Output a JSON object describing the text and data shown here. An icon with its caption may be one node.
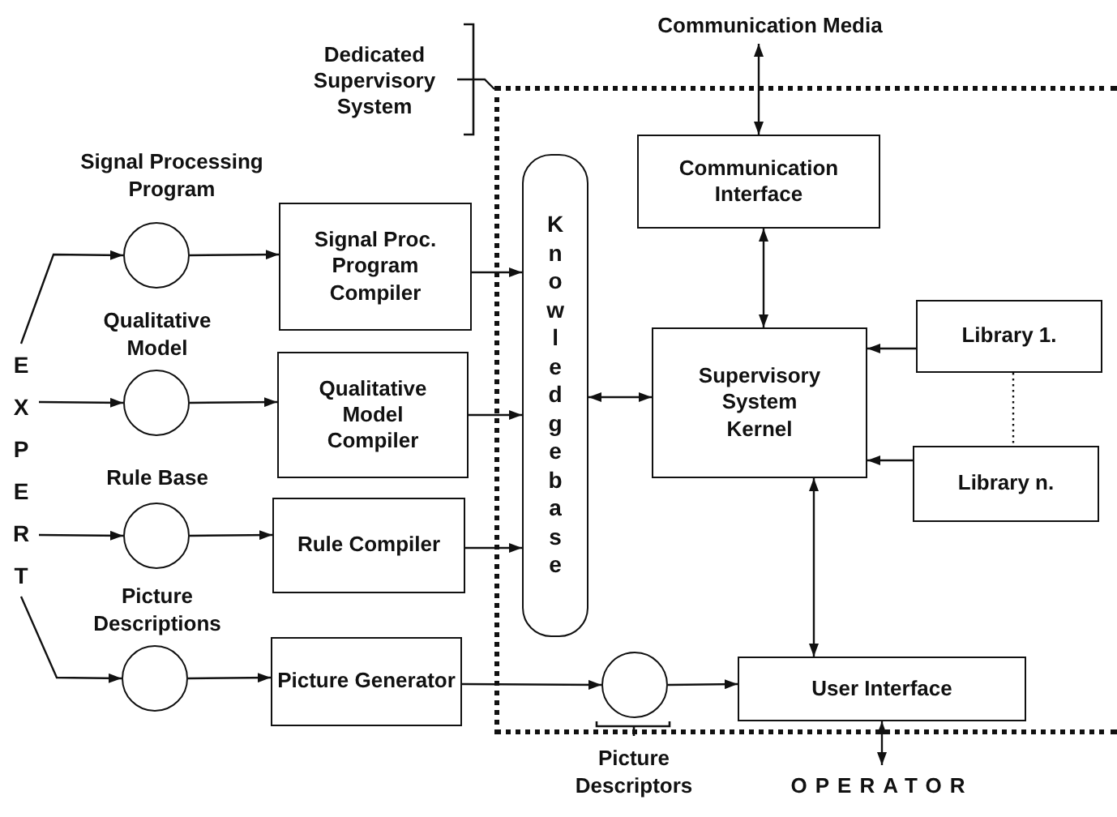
{
  "diagram": {
    "nodes": [
      {
        "text": [
          "EXPERT"
        ]
      },
      {
        "text": [],
        "shape": "circle",
        "beside": [
          "Signal Processing Program"
        ]
      },
      {
        "text": [],
        "shape": "circle",
        "beside": [
          "Qualitative Model"
        ]
      },
      {
        "text": [],
        "shape": "circle",
        "beside": [
          "Rule Base"
        ]
      },
      {
        "text": [],
        "shape": "circle",
        "beside": [
          "Picture Descriptions"
        ]
      },
      {
        "text": [
          "Signal Proc. Program Compiler"
        ]
      },
      {
        "text": [
          "Qualitative Model Compiler"
        ]
      },
      {
        "text": [
          "Rule Compiler"
        ]
      },
      {
        "text": [
          "Picture Generator"
        ]
      },
      {
        "text": [
          "Dedicated Supervisory System"
        ]
      },
      {
        "text": [],
        "shape": "box"
      },
      {
        "text": [
          "Knowledge base"
        ],
        "in": 10
      },
      {
        "text": [
          "Communication Interface"
        ],
        "in": 10
      },
      {
        "text": [
          "Supervisory System Kernel"
        ],
        "in": 10
      },
      {
        "text": [
          "Library 1."
        ],
        "in": 10
      },
      {
        "text": [
          "Library n."
        ],
        "in": 10
      },
      {
        "text": [],
        "shape": "circle",
        "beside": [
          "Picture Descriptors"
        ],
        "in": 10
      },
      {
        "text": [
          "User Interface"
        ],
        "in": 10
      },
      {
        "text": [
          "Communication Media"
        ]
      },
      {
        "text": [
          "OPERATOR"
        ]
      }
    ],
    "edges": [
      {
        "from": 0,
        "to": 1,
        "arrow": "to"
      },
      {
        "from": 0,
        "to": 2,
        "arrow": "to"
      },
      {
        "from": 0,
        "to": 3,
        "arrow": "to"
      },
      {
        "from": 0,
        "to": 4,
        "arrow": "to"
      },
      {
        "from": 1,
        "to": 5,
        "arrow": "to"
      },
      {
        "from": 2,
        "to": 6,
        "arrow": "to"
      },
      {
        "from": 3,
        "to": 7,
        "arrow": "to"
      },
      {
        "from": 4,
        "to": 8,
        "arrow": "to"
      },
      {
        "from": 5,
        "to": 11,
        "arrow": "to"
      },
      {
        "from": 6,
        "to": 11,
        "arrow": "to"
      },
      {
        "from": 7,
        "to": 11,
        "arrow": "to"
      },
      {
        "from": 8,
        "to": 16,
        "arrow": "to"
      },
      {
        "from": 16,
        "to": 17,
        "arrow": "to"
      },
      {
        "from": 11,
        "to": 13,
        "arrow": "both"
      },
      {
        "from": 12,
        "to": 13,
        "arrow": "both"
      },
      {
        "from": 18,
        "to": 12,
        "arrow": "both"
      },
      {
        "from": 14,
        "to": 13,
        "arrow": "to"
      },
      {
        "from": 15,
        "to": 13,
        "arrow": "to"
      },
      {
        "from": 14,
        "to": 15,
        "arrow": "none",
        "style": "dashed"
      },
      {
        "from": 13,
        "to": 17,
        "arrow": "both"
      },
      {
        "from": 17,
        "to": 19,
        "arrow": "both"
      },
      {
        "from": 9,
        "to": 10,
        "arrow": "none"
      }
    ]
  }
}
